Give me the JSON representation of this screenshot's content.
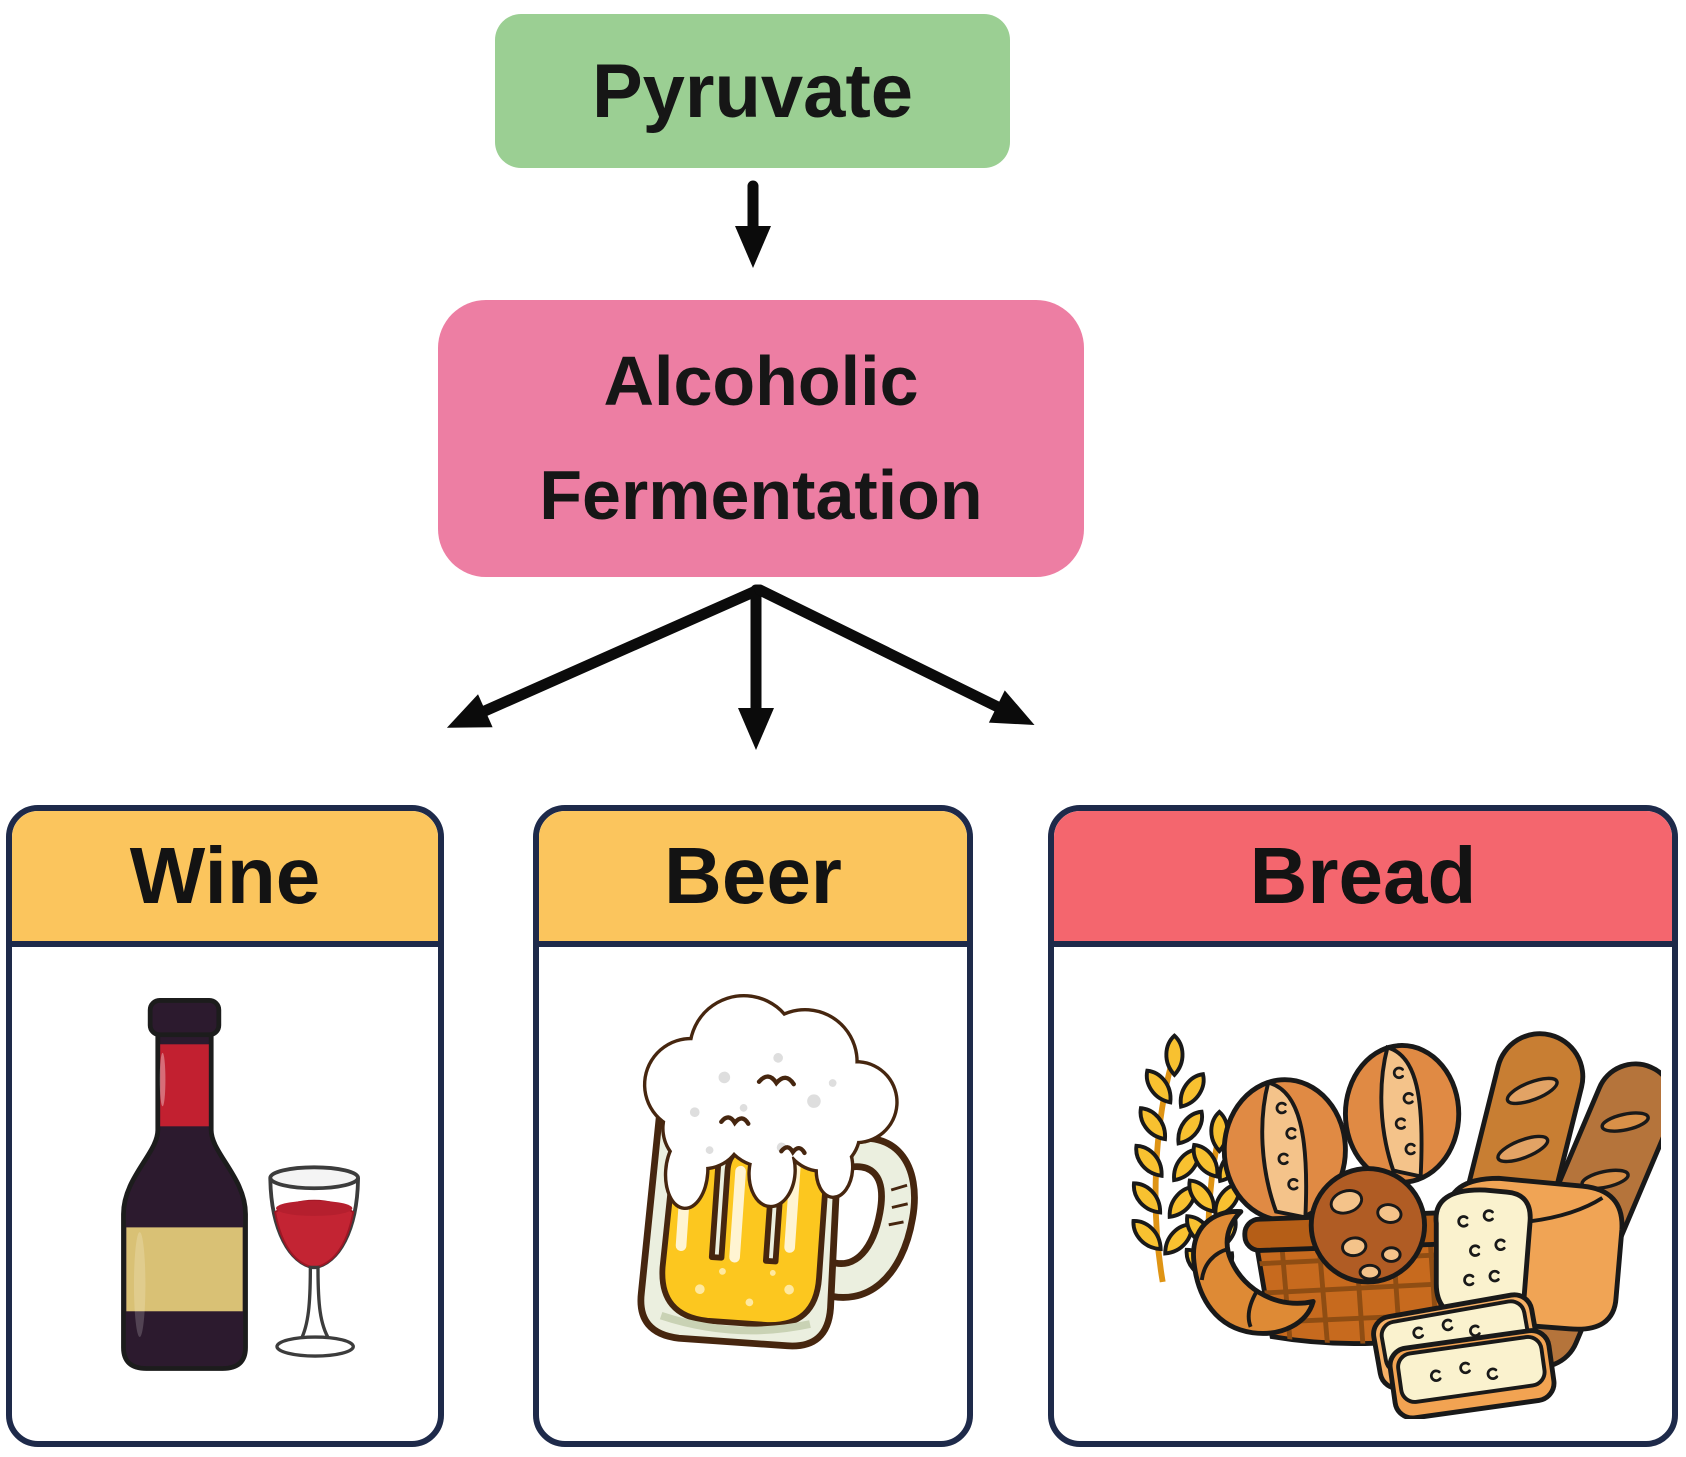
{
  "flowchart": {
    "source_node": {
      "label": "Pyruvate",
      "bg_color": "#9BCF93"
    },
    "process_node": {
      "label": "Alcoholic Fermentation",
      "bg_color": "#ED7EA3"
    },
    "products": [
      {
        "label": "Wine",
        "header_bg": "#FBC55D",
        "icon": "wine-bottle-and-glass-icon"
      },
      {
        "label": "Beer",
        "header_bg": "#FBC55D",
        "icon": "beer-mug-icon"
      },
      {
        "label": "Bread",
        "header_bg": "#F4666E",
        "icon": "bread-basket-icon"
      }
    ],
    "colors": {
      "card_border": "#1E2A4A",
      "arrow": "#0B0B0B",
      "text": "#161616",
      "background": "#FFFFFF"
    }
  }
}
